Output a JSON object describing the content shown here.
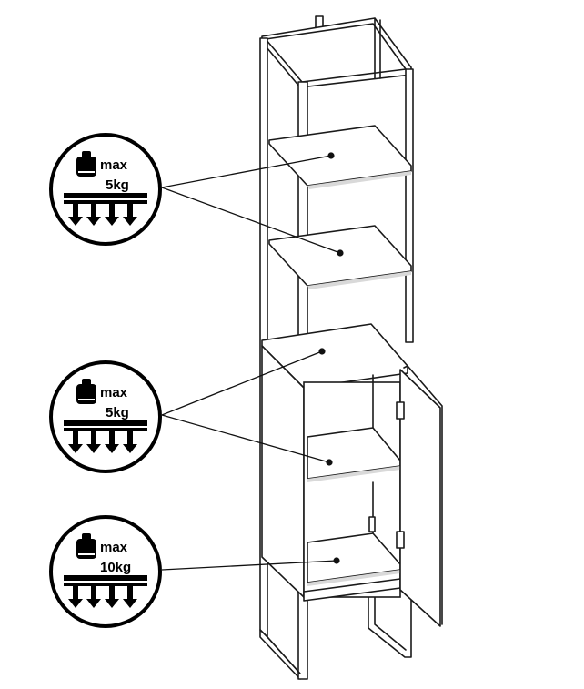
{
  "badges": [
    {
      "line1": "max",
      "line2": "5kg"
    },
    {
      "line1": "max",
      "line2": "5kg"
    },
    {
      "line1": "max",
      "line2": "10kg"
    }
  ]
}
